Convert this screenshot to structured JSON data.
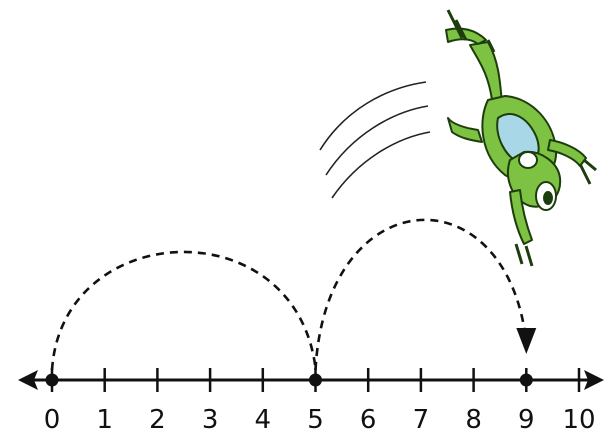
{
  "number_line": {
    "min": 0,
    "max": 10,
    "tick_labels": [
      "0",
      "1",
      "2",
      "3",
      "4",
      "5",
      "6",
      "7",
      "8",
      "9",
      "10"
    ],
    "marked_points": [
      0,
      5,
      9
    ]
  },
  "jumps": [
    {
      "from": 0,
      "to": 5,
      "arrowhead": false
    },
    {
      "from": 5,
      "to": 9,
      "arrowhead": true
    }
  ],
  "colors": {
    "line": "#111111",
    "frog_body": "#7dc242",
    "frog_dark": "#3f8a1e",
    "frog_belly": "#a8d8e8"
  },
  "icons": {
    "frog": "frog-icon",
    "motion_lines": "motion-lines-icon"
  }
}
